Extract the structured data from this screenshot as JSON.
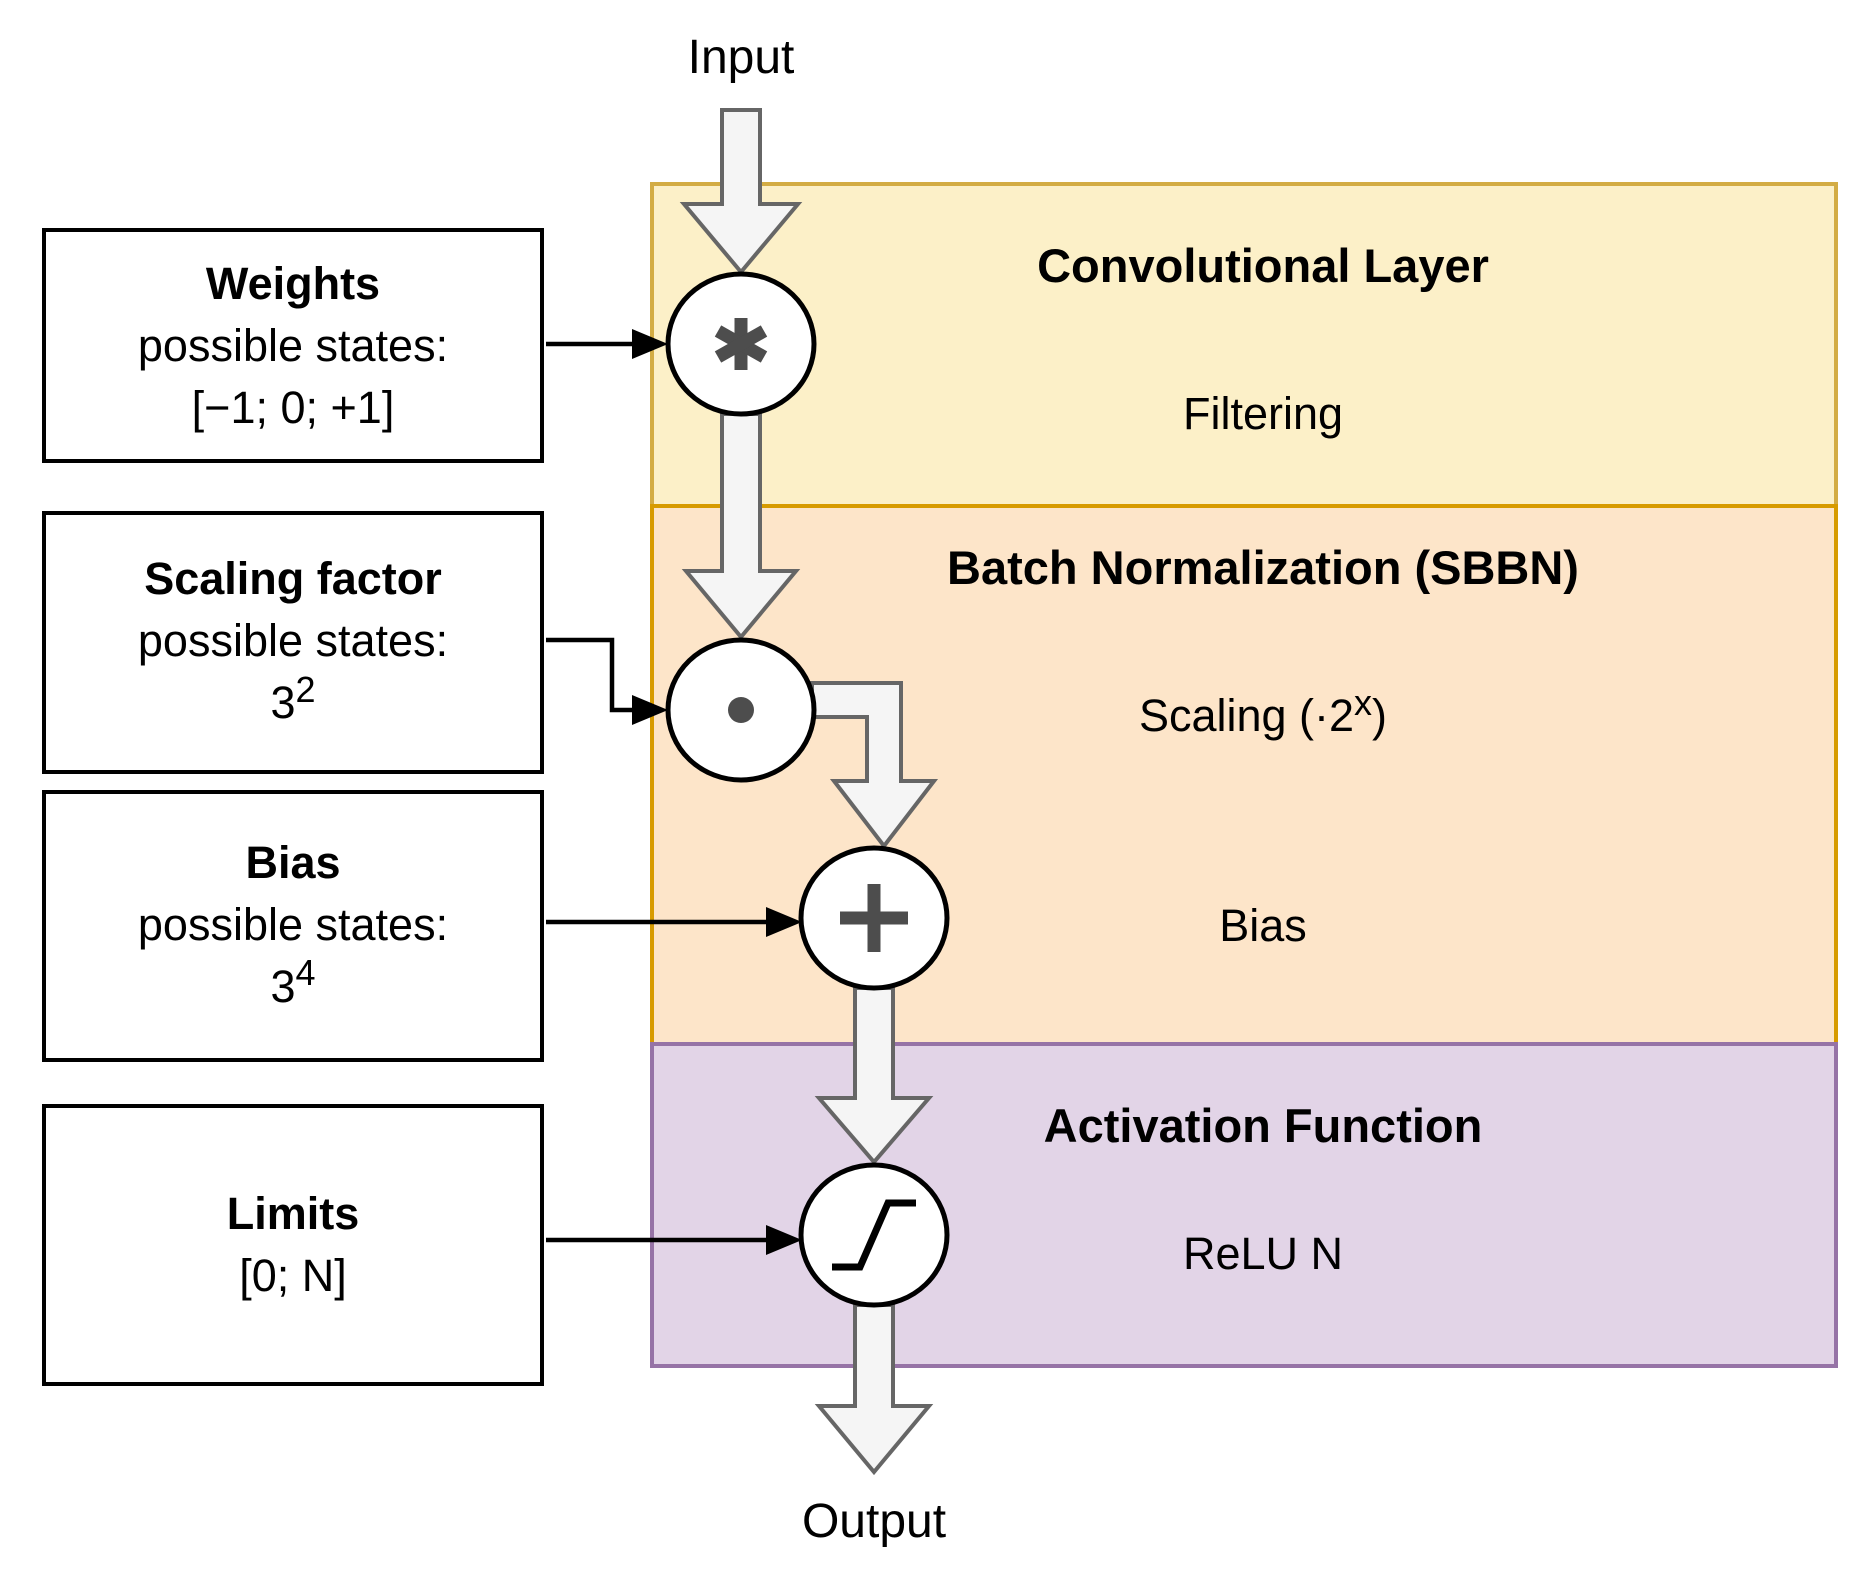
{
  "diagram_labels": {
    "input": "Input",
    "output": "Output"
  },
  "regions": [
    {
      "title": "Convolutional Layer",
      "subtitle": "Filtering",
      "fill": "#FCF0C8",
      "border": "#D3AC44"
    },
    {
      "title": "Batch Normalization (SBBN)",
      "scaling_label": {
        "prefix": "Scaling (·2",
        "exponent": "x",
        "suffix": ")"
      },
      "bias_label": "Bias",
      "fill": "#FDE5C9",
      "border": "#D79B00"
    },
    {
      "title": "Activation Function",
      "subtitle": "ReLU N",
      "fill": "#E2D4E7",
      "border": "#9673A6"
    }
  ],
  "param_boxes": [
    {
      "title": "Weights",
      "subtitle": "possible states:",
      "value": "[−1; 0; +1]"
    },
    {
      "title": "Scaling factor",
      "subtitle": "possible states:",
      "value_base": "3",
      "value_exponent": "2"
    },
    {
      "title": "Bias",
      "subtitle": "possible states:",
      "value_base": "3",
      "value_exponent": "4"
    },
    {
      "title": "Limits",
      "value": "[0; N]"
    }
  ],
  "nodes": [
    {
      "name": "convolution",
      "symbol": "asterisk-icon"
    },
    {
      "name": "scaling",
      "symbol": "dot-icon"
    },
    {
      "name": "bias-add",
      "symbol": "plus-icon"
    },
    {
      "name": "activation",
      "symbol": "saturation-curve-icon"
    }
  ],
  "colors": {
    "flow_arrow_fill": "#F5F5F5",
    "flow_arrow_stroke": "#666666",
    "connector_stroke": "#000000",
    "connector_head_fill": "#000000",
    "node_fill": "#FFFFFF",
    "node_stroke": "#000000",
    "node_symbol": "#4D4D4D",
    "relu_curve": "#000000"
  }
}
